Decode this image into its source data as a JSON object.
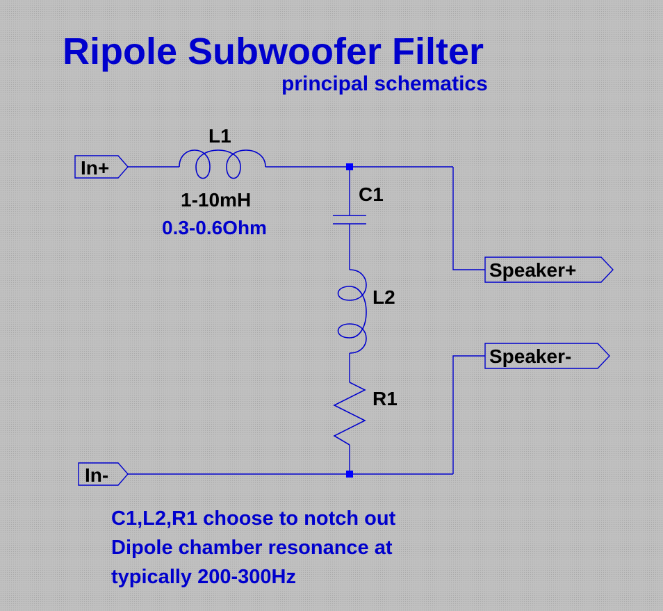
{
  "title": "Ripole Subwoofer Filter",
  "subtitle": "principal schematics",
  "ports": {
    "in_plus": "In+",
    "in_minus": "In-",
    "speaker_plus": "Speaker+",
    "speaker_minus": "Speaker-"
  },
  "components": {
    "l1": {
      "name": "L1",
      "value": "1-10mH",
      "resistance": "0.3-0.6Ohm"
    },
    "c1": {
      "name": "C1"
    },
    "l2": {
      "name": "L2"
    },
    "r1": {
      "name": "R1"
    }
  },
  "note": {
    "line1": "C1,L2,R1 choose to notch out",
    "line2": "Dipole chamber resonance at",
    "line3": "typically 200-300Hz"
  },
  "colors": {
    "wire": "#0000cd",
    "background": "#c0c0c0",
    "label": "#000000",
    "accent_text": "#0000cd"
  }
}
